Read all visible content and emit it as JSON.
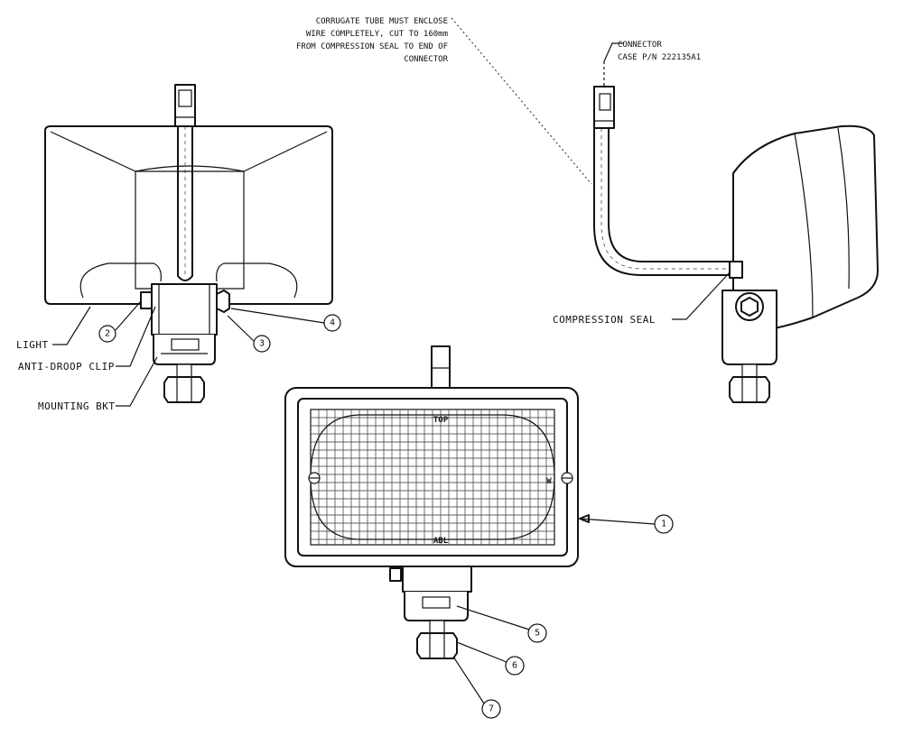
{
  "notes": {
    "corrugate_lines": [
      "CORRUGATE TUBE MUST ENCLOSE",
      "WIRE COMPLETELY, CUT TO 160mm",
      "FROM COMPRESSION SEAL TO END OF",
      "CONNECTOR"
    ],
    "connector_lines": [
      "CONNECTOR",
      "CASE P/N 222135A1"
    ]
  },
  "labels": {
    "light": "LIGHT",
    "anti_droop_clip": "ANTI-DROOP CLIP",
    "mounting_bkt": "MOUNTING BKT",
    "compression_seal": "COMPRESSION SEAL",
    "lens_top": "TOP",
    "lens_bottom": "ABL",
    "lens_side": "W"
  },
  "callouts": [
    "1",
    "2",
    "3",
    "4",
    "5",
    "6",
    "7"
  ]
}
